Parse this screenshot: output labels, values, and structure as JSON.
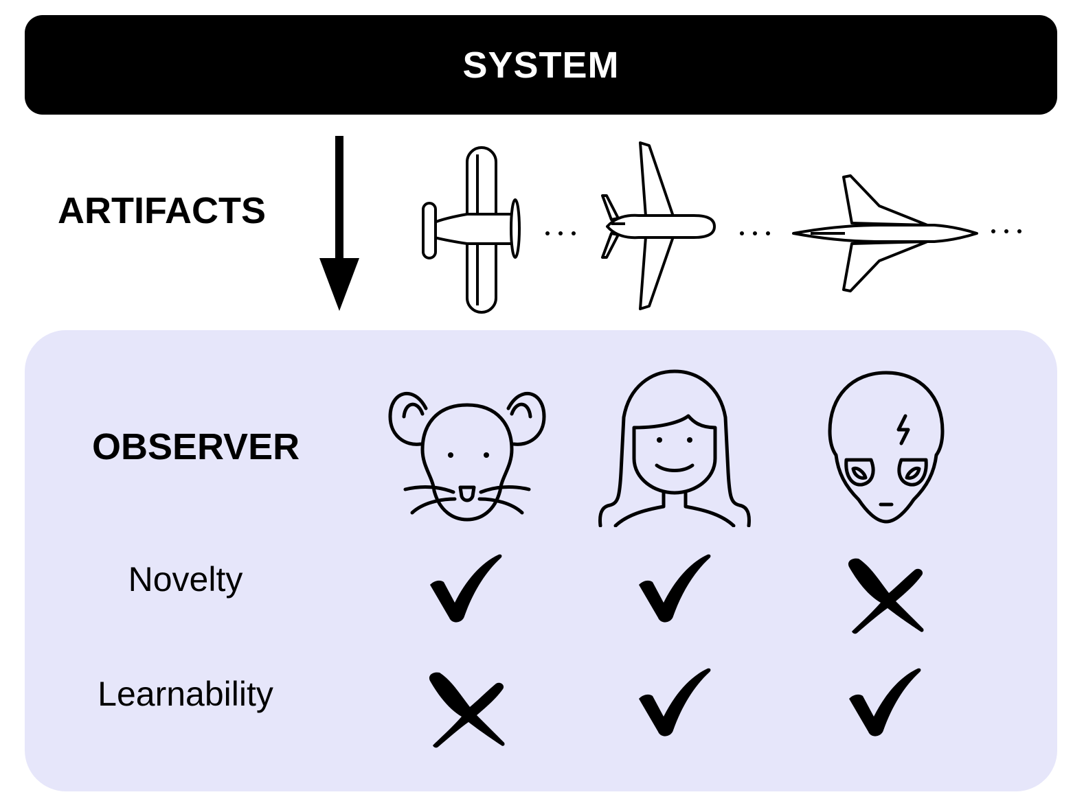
{
  "system": {
    "title": "SYSTEM"
  },
  "artifacts": {
    "label": "ARTIFACTS",
    "separator": "..."
  },
  "observer": {
    "label": "OBSERVER",
    "panel_color": "#e6e6fa",
    "observers": [
      {
        "icon": "mouse-icon"
      },
      {
        "icon": "woman-icon"
      },
      {
        "icon": "alien-icon"
      }
    ]
  },
  "criteria": [
    {
      "label": "Novelty",
      "marks": [
        "check",
        "check",
        "cross"
      ]
    },
    {
      "label": "Learnability",
      "marks": [
        "cross",
        "check",
        "check"
      ]
    }
  ]
}
